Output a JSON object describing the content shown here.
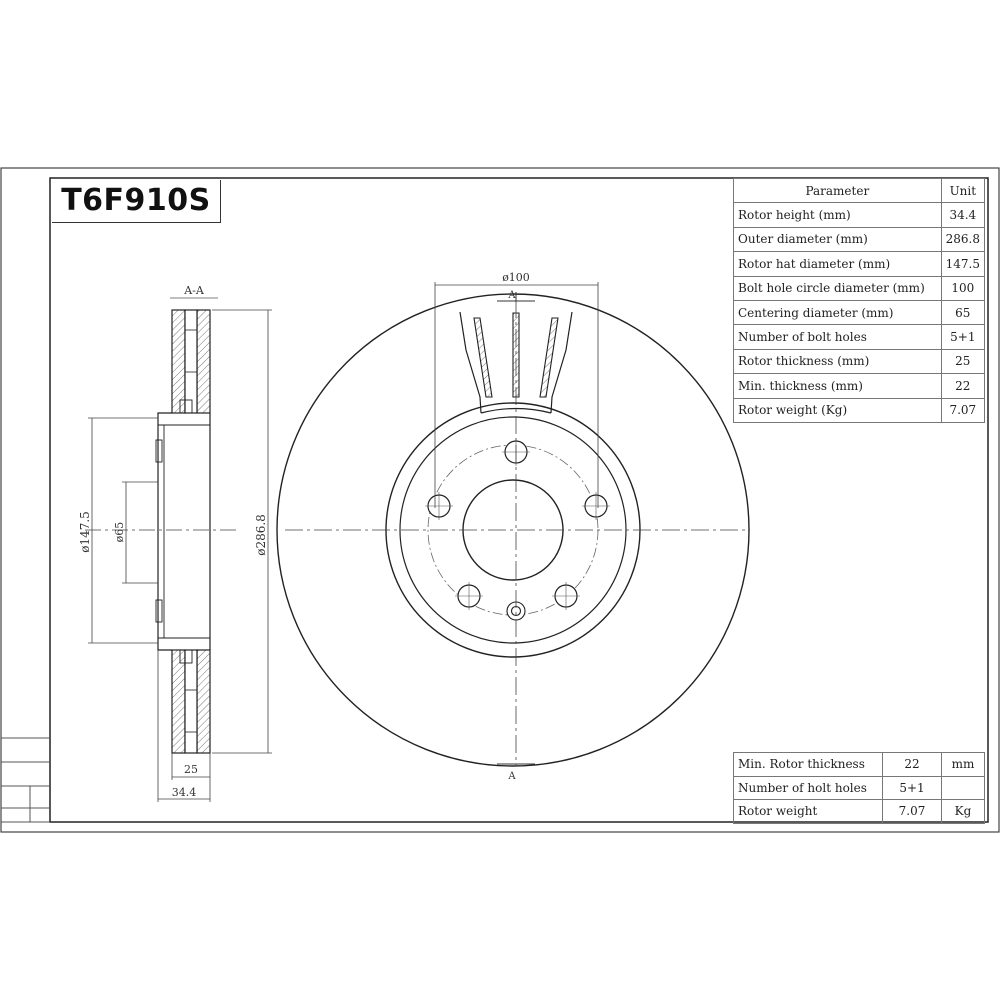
{
  "drawing": {
    "part_number": "T6F910S",
    "section_label": "A-A",
    "cut_marker_top": "A",
    "cut_marker_bottom": "A"
  },
  "dimensions": {
    "hat_diameter": "ø147.5",
    "centering_diameter": "ø65",
    "outer_diameter": "ø286.8",
    "rotor_thickness": "25",
    "rotor_height": "34.4",
    "bolt_circle_diameter": "ø100"
  },
  "parameter_table": {
    "header_parameter": "Parameter",
    "header_unit": "Unit",
    "rows": [
      {
        "name": "Rotor height (mm)",
        "value": "34.4"
      },
      {
        "name": "Outer diameter (mm)",
        "value": "286.8"
      },
      {
        "name": "Rotor hat diameter (mm)",
        "value": "147.5"
      },
      {
        "name": "Bolt hole circle diameter (mm)",
        "value": "100"
      },
      {
        "name": "Centering diameter (mm)",
        "value": "65"
      },
      {
        "name": "Number of bolt holes",
        "value": "5+1"
      },
      {
        "name": "Rotor thickness (mm)",
        "value": "25"
      },
      {
        "name": "Min. thickness (mm)",
        "value": "22"
      },
      {
        "name": "Rotor weight (Kg)",
        "value": "7.07"
      }
    ]
  },
  "summary_table": {
    "rows": [
      {
        "name": "Min. Rotor thickness",
        "value": "22",
        "unit": "mm"
      },
      {
        "name": "Number of holt holes",
        "value": "5+1",
        "unit": ""
      },
      {
        "name": "Rotor weight",
        "value": "7.07",
        "unit": "Kg"
      }
    ]
  }
}
